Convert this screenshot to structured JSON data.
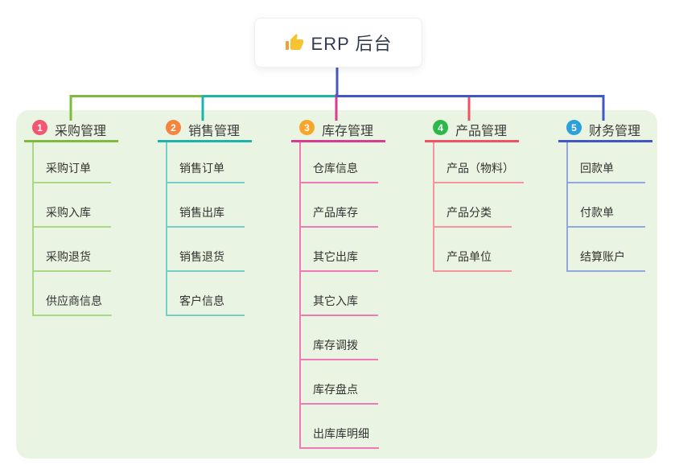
{
  "root": {
    "title": "ERP 后台",
    "icon": "thumbs-up-icon"
  },
  "colors": {
    "panelBg": "#e9f5e2",
    "rootLine": "#4558c8",
    "b1": "#7eba3d",
    "b1l": "#abd884",
    "badge1": "#f25670",
    "b2": "#1cb3a9",
    "b2l": "#73cfc8",
    "badge2": "#f5853c",
    "b3": "#d93c90",
    "b3l": "#ef79b7",
    "badge3": "#f8a62a",
    "b4": "#f25163",
    "b4l": "#f7949f",
    "badge4": "#2eb84b",
    "b5": "#4157c6",
    "b5l": "#90a7df",
    "badge5": "#2ba0da"
  },
  "branches": [
    {
      "number": "1",
      "title": "采购管理",
      "children": [
        "采购订单",
        "采购入库",
        "采购退货",
        "供应商信息"
      ]
    },
    {
      "number": "2",
      "title": "销售管理",
      "children": [
        "销售订单",
        "销售出库",
        "销售退货",
        "客户信息"
      ]
    },
    {
      "number": "3",
      "title": "库存管理",
      "children": [
        "仓库信息",
        "产品库存",
        "其它出库",
        "其它入库",
        "库存调拨",
        "库存盘点",
        "出库库明细"
      ]
    },
    {
      "number": "4",
      "title": "产品管理",
      "children": [
        "产品（物料）",
        "产品分类",
        "产品单位"
      ]
    },
    {
      "number": "5",
      "title": "财务管理",
      "children": [
        "回款单",
        "付款单",
        "结算账户"
      ]
    }
  ]
}
